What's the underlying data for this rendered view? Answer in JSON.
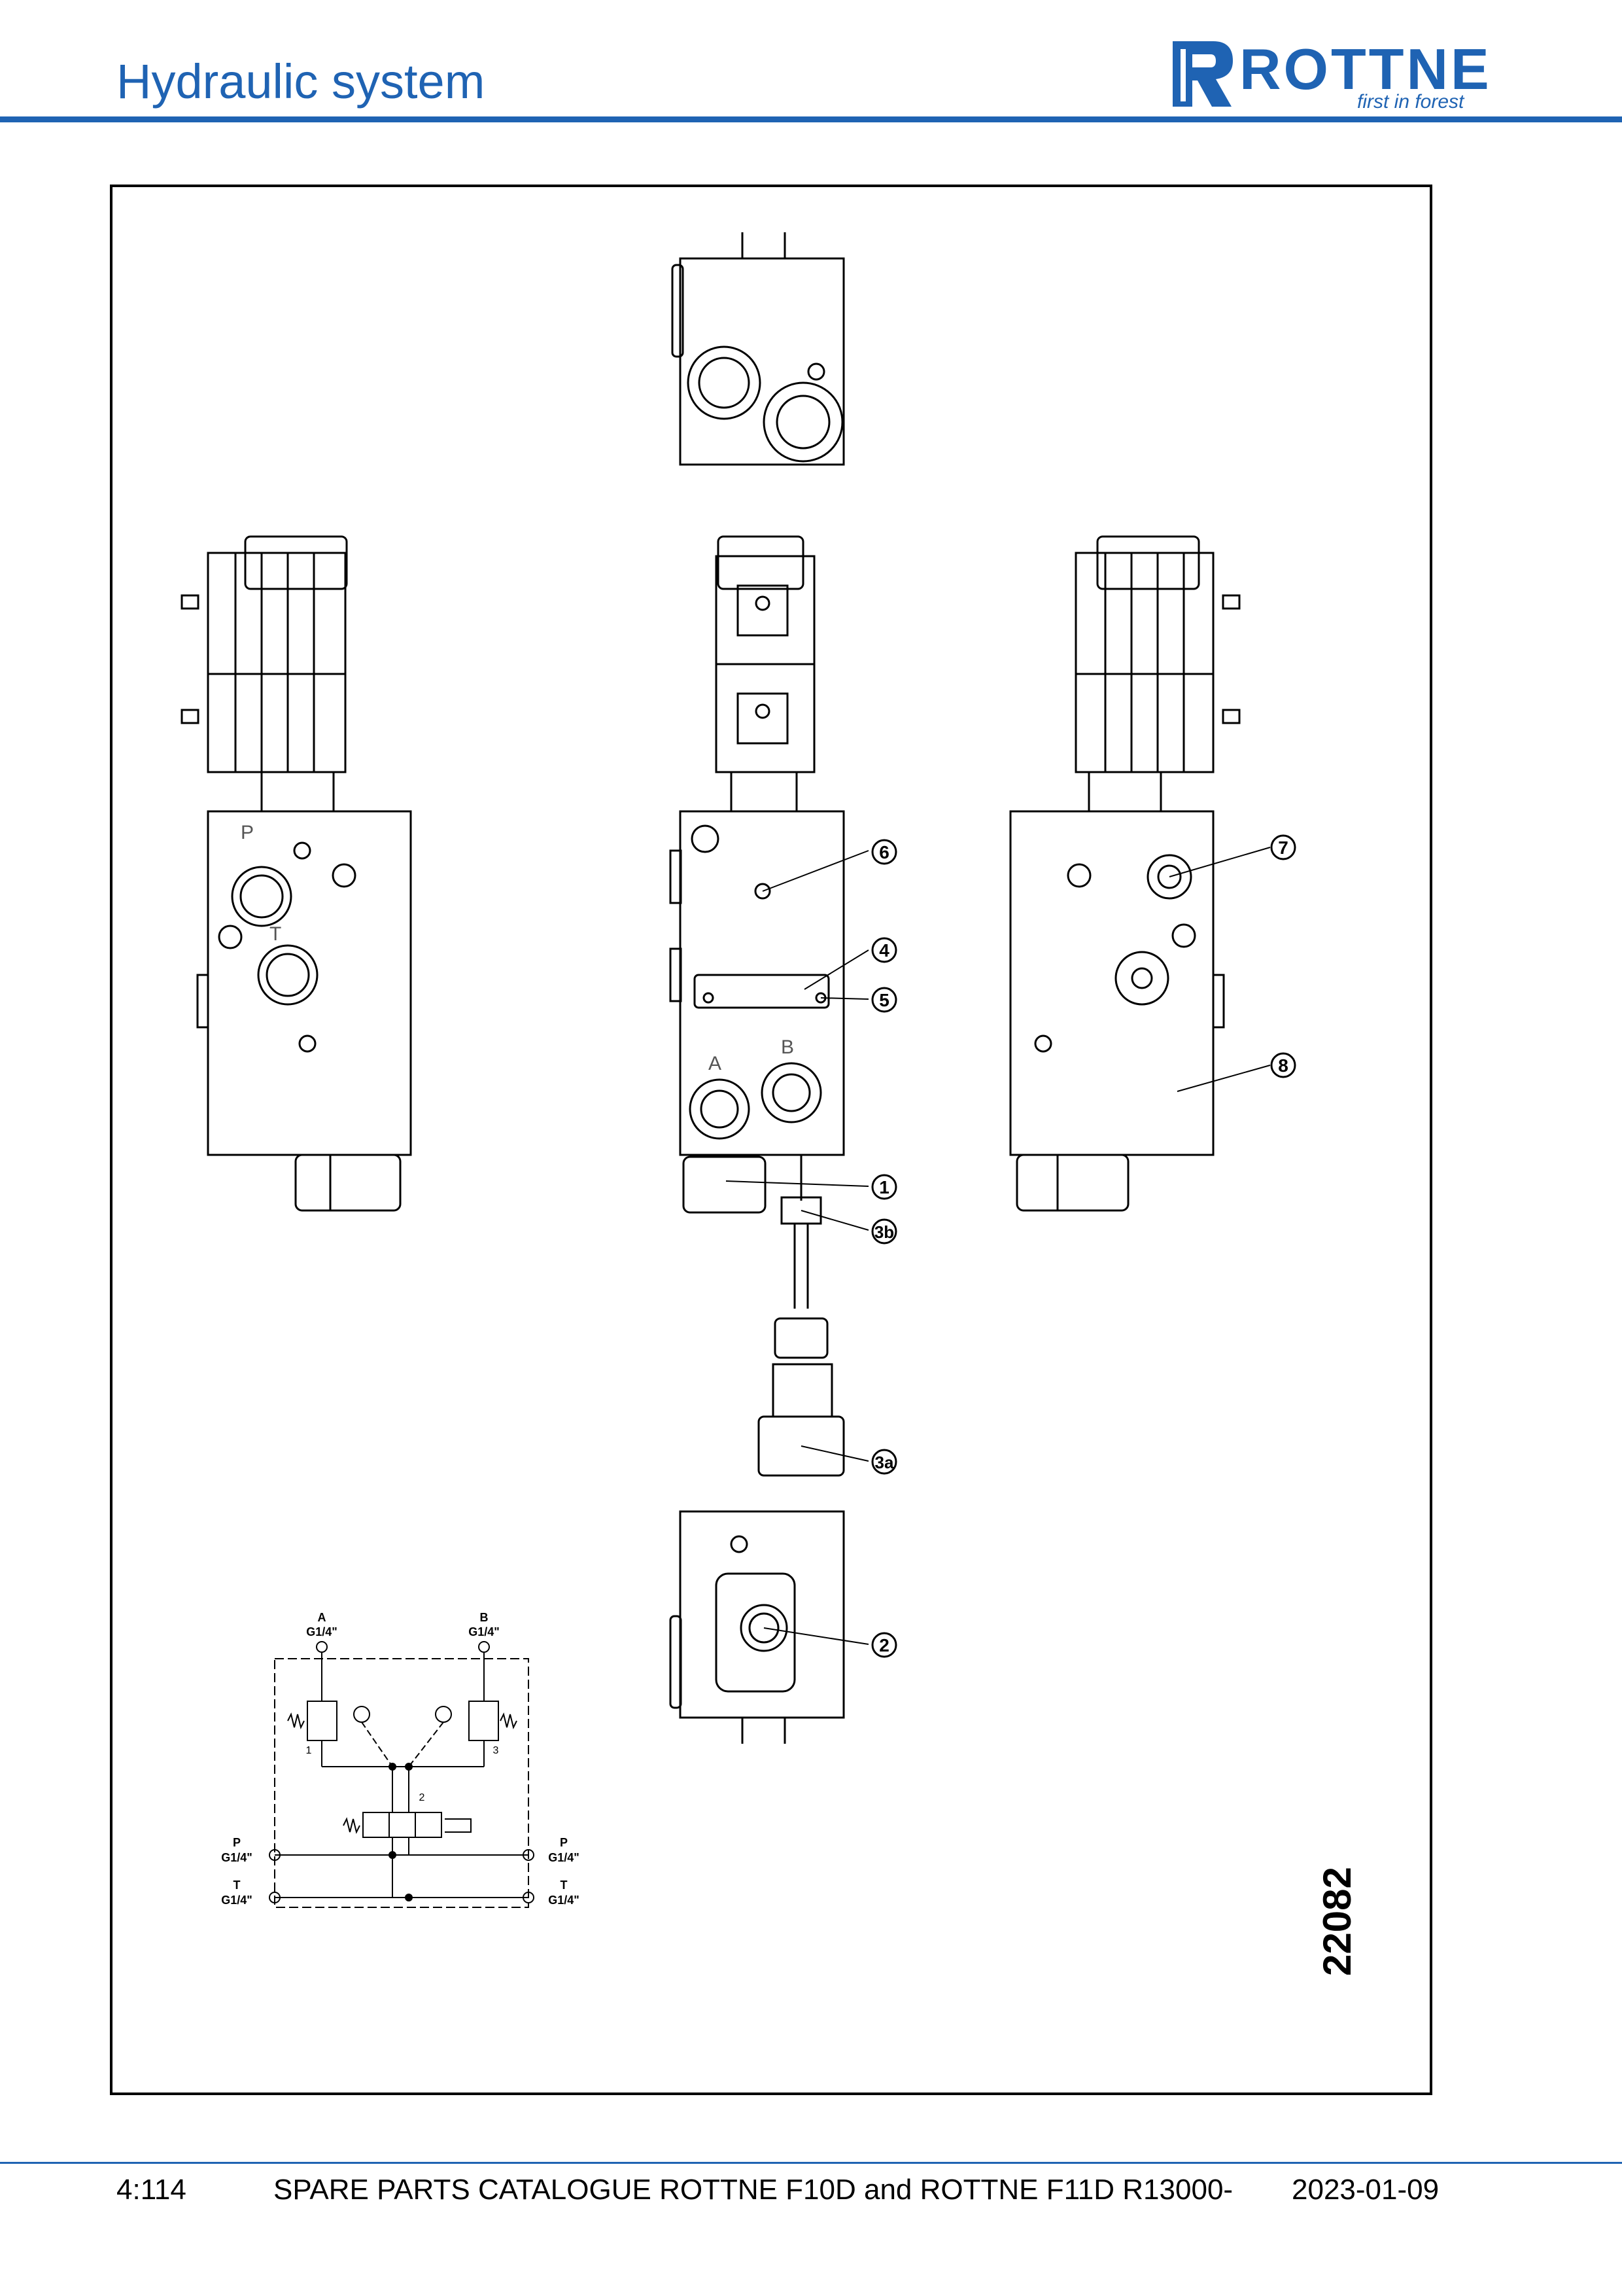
{
  "header": {
    "title": "Hydraulic system"
  },
  "logo": {
    "name": "ROTTNE",
    "tagline": "first in forest"
  },
  "callouts": [
    "1",
    "2",
    "3a",
    "3b",
    "4",
    "5",
    "6",
    "7",
    "8"
  ],
  "port_labels": {
    "p": "P",
    "t": "T",
    "a": "A",
    "b": "B"
  },
  "schematic": {
    "a_label": "A",
    "a_thread": "G1/4\"",
    "b_label": "B",
    "b_thread": "G1/4\"",
    "p_label": "P",
    "p_thread": "G1/4\"",
    "t_label": "T",
    "t_thread": "G1/4\"",
    "n1": "1",
    "n2": "2",
    "n3": "3"
  },
  "drawing_number": "22082",
  "footer": {
    "page": "4:114",
    "catalogue": "SPARE PARTS CATALOGUE ROTTNE F10D and ROTTNE F11D R13000-",
    "date": "2023-01-09"
  },
  "colors": {
    "brand": "#1f63b3"
  }
}
